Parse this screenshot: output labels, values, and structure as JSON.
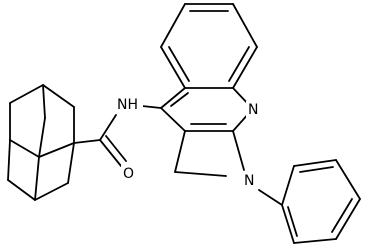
{
  "molecule": {
    "atom_labels": {
      "amide_nh": "NH",
      "amide_o": "O",
      "quinoline_n": "N",
      "pyrrole_n": "N"
    },
    "colors": {
      "bond": "#000000",
      "background": "#ffffff"
    }
  }
}
